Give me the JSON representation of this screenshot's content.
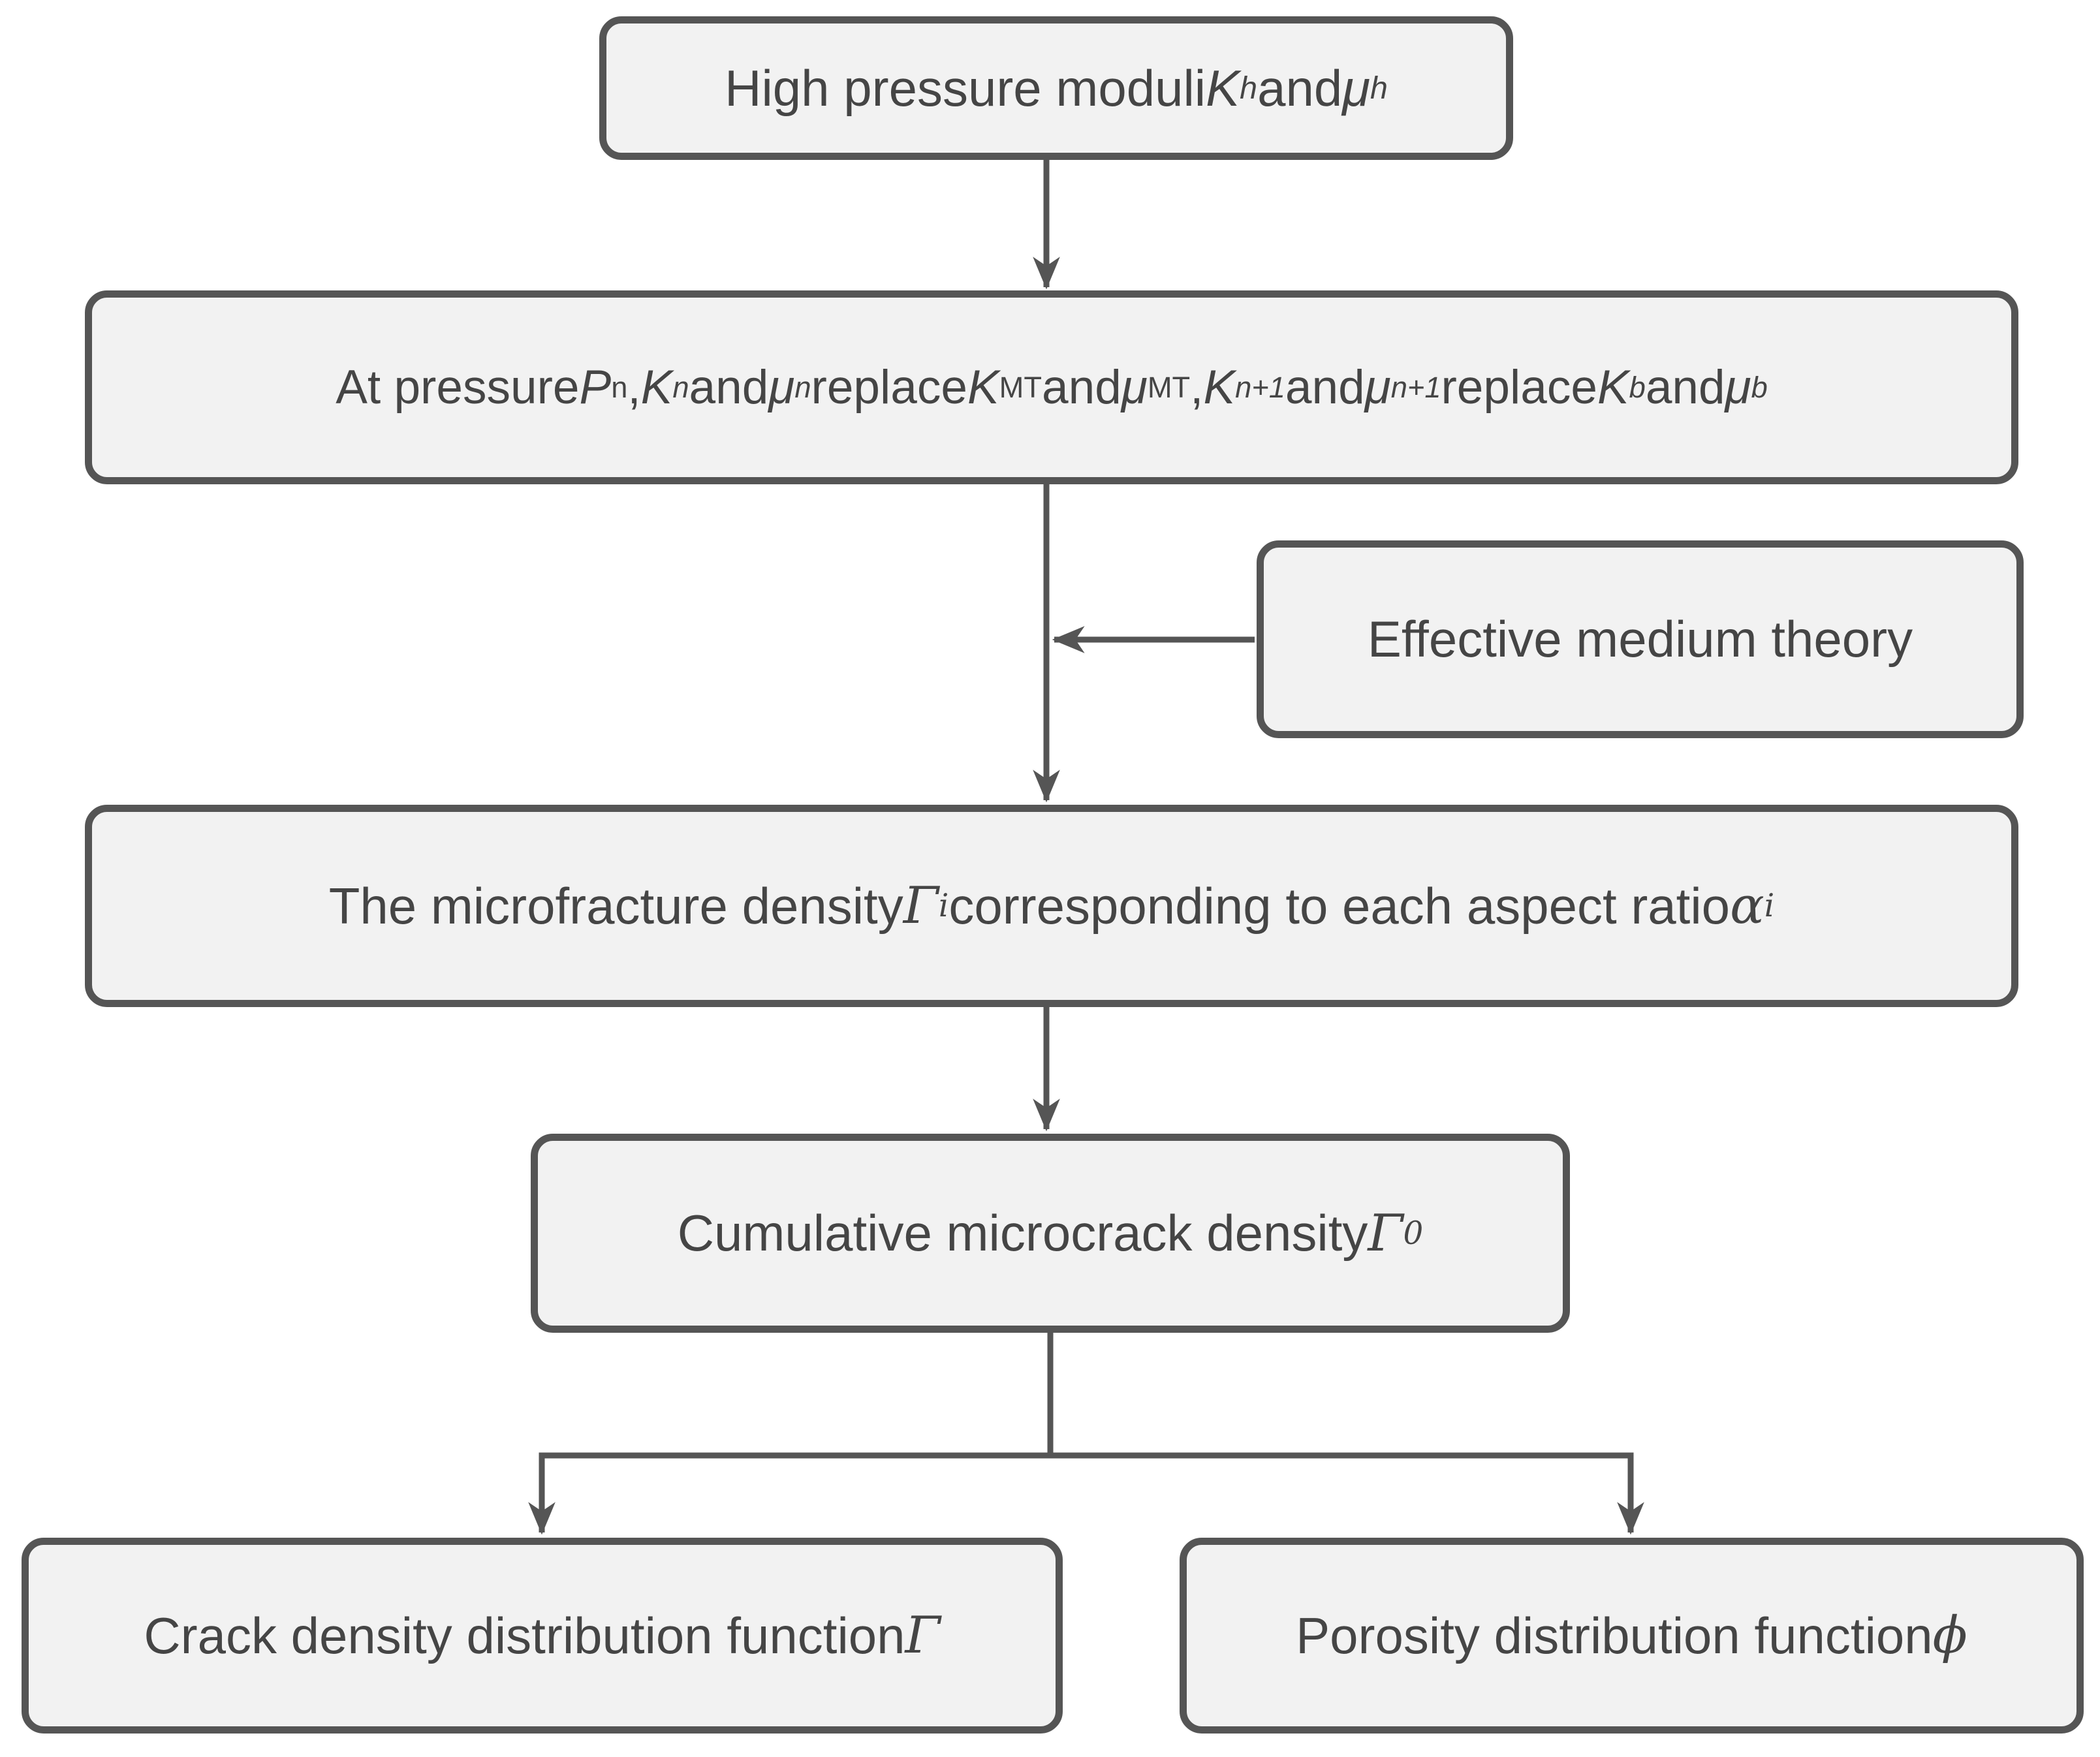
{
  "diagram": {
    "colors": {
      "bg": "#ffffff",
      "box-fill": "#f2f2f2",
      "line": "#555555",
      "text": "#454545"
    },
    "arrowhead_style": "stealth"
  },
  "nodes": {
    "high-pressure-moduli": {
      "plain_text": "High pressure moduli Kh and μh",
      "segments": [
        {
          "t": "High pressure moduli ",
          "s": "t"
        },
        {
          "t": "K",
          "s": "v"
        },
        {
          "t": "h",
          "s": "sv"
        },
        {
          "t": " and ",
          "s": "t"
        },
        {
          "t": "μ",
          "s": "v"
        },
        {
          "t": "h",
          "s": "sv"
        }
      ]
    },
    "pressure-replacement": {
      "plain_text": "At pressure Pn, Kn and μn replace KMT and μMT, Kn+1 and μn+1 replace Kb and μb",
      "segments": [
        {
          "t": "At pressure ",
          "s": "t"
        },
        {
          "t": "P",
          "s": "v"
        },
        {
          "t": "n",
          "s": "su"
        },
        {
          "t": ", ",
          "s": "t"
        },
        {
          "t": "K",
          "s": "v"
        },
        {
          "t": "n",
          "s": "sv"
        },
        {
          "t": " and ",
          "s": "t"
        },
        {
          "t": "μ",
          "s": "v"
        },
        {
          "t": "n",
          "s": "sv"
        },
        {
          "t": " replace ",
          "s": "t"
        },
        {
          "t": "K",
          "s": "v"
        },
        {
          "t": "MT",
          "s": "su"
        },
        {
          "t": " and ",
          "s": "t"
        },
        {
          "t": "μ",
          "s": "v"
        },
        {
          "t": "MT",
          "s": "su"
        },
        {
          "t": ", ",
          "s": "t"
        },
        {
          "t": "K",
          "s": "v"
        },
        {
          "t": "n+1",
          "s": "sv"
        },
        {
          "t": " and ",
          "s": "t"
        },
        {
          "t": "μ",
          "s": "v"
        },
        {
          "t": "n+1",
          "s": "sv"
        },
        {
          "t": " replace ",
          "s": "t"
        },
        {
          "t": "K",
          "s": "v"
        },
        {
          "t": "b",
          "s": "sv"
        },
        {
          "t": " and ",
          "s": "t"
        },
        {
          "t": "μ",
          "s": "v"
        },
        {
          "t": "b",
          "s": "sv"
        }
      ]
    },
    "effective-medium-theory": {
      "plain_text": "Effective medium theory",
      "segments": [
        {
          "t": "Effective medium theory",
          "s": "t"
        }
      ]
    },
    "microfracture-density": {
      "plain_text": "The microfracture density Γi corresponding to each aspect ratio αi",
      "segments": [
        {
          "t": "The microfracture density ",
          "s": "t"
        },
        {
          "t": "Γ",
          "s": "g"
        },
        {
          "t": "i",
          "s": "sg"
        },
        {
          "t": " corresponding to each aspect ratio ",
          "s": "t"
        },
        {
          "t": "α",
          "s": "g"
        },
        {
          "t": "i",
          "s": "sg"
        }
      ]
    },
    "cumulative-microcrack-density": {
      "plain_text": "Cumulative microcrack density Γ0",
      "segments": [
        {
          "t": "Cumulative microcrack density ",
          "s": "t"
        },
        {
          "t": "Γ",
          "s": "g"
        },
        {
          "t": "0",
          "s": "sg"
        }
      ]
    },
    "crack-density-distribution": {
      "plain_text": "Crack density distribution function Γ",
      "segments": [
        {
          "t": "Crack density distribution function ",
          "s": "t"
        },
        {
          "t": "Γ",
          "s": "g"
        }
      ]
    },
    "porosity-distribution": {
      "plain_text": "Porosity distribution function ϕ",
      "segments": [
        {
          "t": "Porosity distribution function ",
          "s": "t"
        },
        {
          "t": "ϕ",
          "s": "g"
        }
      ]
    }
  },
  "connections": [
    {
      "from": "high-pressure-moduli",
      "to": "pressure-replacement",
      "arrow": true
    },
    {
      "from": "pressure-replacement",
      "to": "microfracture-density",
      "arrow": true
    },
    {
      "from": "effective-medium-theory",
      "to": "pressure-replacement-flow-line",
      "arrow": true
    },
    {
      "from": "microfracture-density",
      "to": "cumulative-microcrack-density",
      "arrow": true
    },
    {
      "from": "cumulative-microcrack-density",
      "to": "crack-density-distribution",
      "arrow": true
    },
    {
      "from": "cumulative-microcrack-density",
      "to": "porosity-distribution",
      "arrow": true
    }
  ]
}
